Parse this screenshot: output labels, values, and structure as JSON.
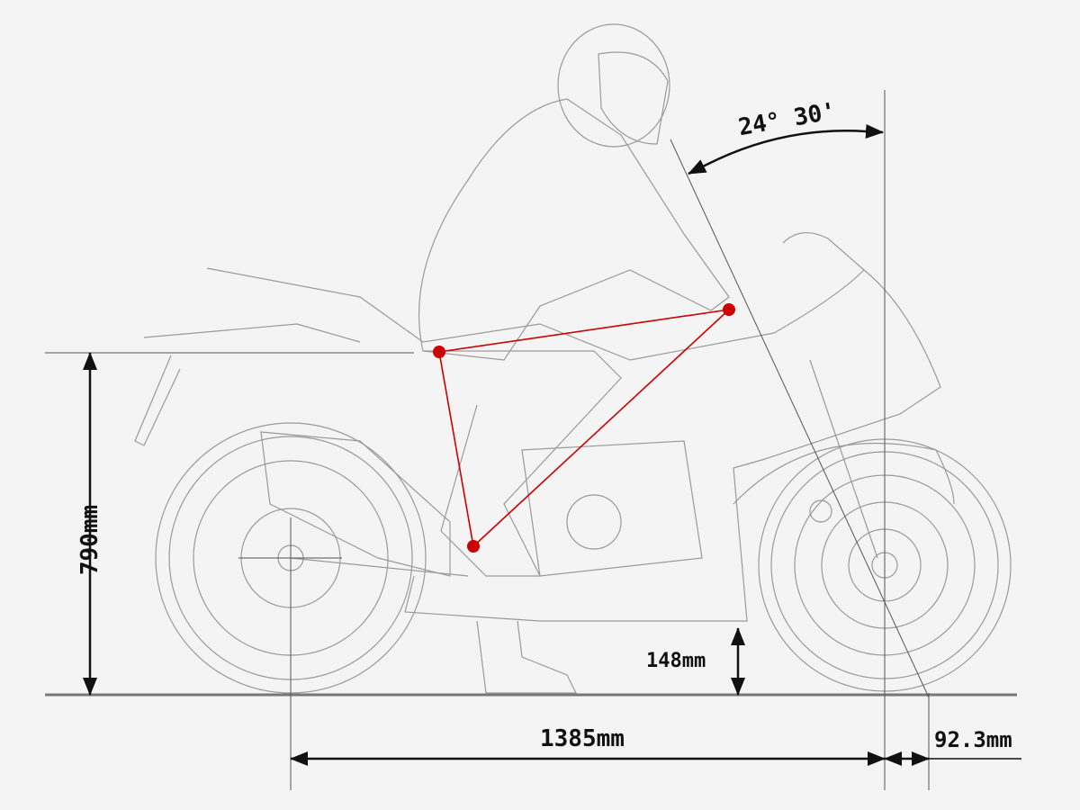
{
  "title": "Motorcycle riding position and dimensions diagram",
  "dimensions": {
    "seat_height": "790mm",
    "ground_clearance": "148mm",
    "wheelbase": "1385mm",
    "trail": "92.3mm",
    "caster_angle": "24° 30'"
  },
  "colors": {
    "background": "#f4f4f4",
    "line_art": "#9a9a9a",
    "dimension": "#111111",
    "ergonomics_triangle": "#cc0000"
  }
}
